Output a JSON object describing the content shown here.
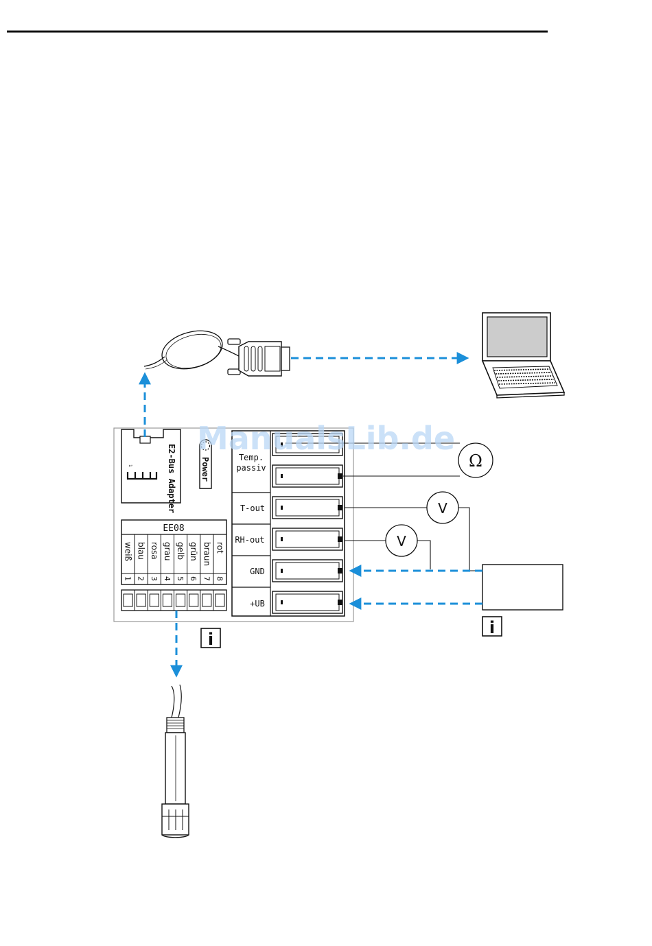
{
  "watermark": "ManualsLib.de",
  "adapter": {
    "label": "E2-Bus Adapter",
    "pin_mark": "1"
  },
  "power": {
    "label": "Power"
  },
  "ee08": {
    "header": "EE08",
    "wires": [
      "weiß",
      "blau",
      "rosa",
      "grau",
      "gelb",
      "grün",
      "braun",
      "rot"
    ],
    "pins": [
      "1",
      "2",
      "3",
      "4",
      "5",
      "6",
      "7",
      "8"
    ]
  },
  "terminals": {
    "temp_line1": "Temp.",
    "temp_line2": "passiv",
    "t_out": "T-out",
    "rh_out": "RH-out",
    "gnd": "GND",
    "ub": "+UB"
  },
  "meters": {
    "ohm": "Ω",
    "volt_t": "V",
    "volt_rh": "V"
  },
  "info_icon": "i",
  "colors": {
    "arrow": "#1b8fd9",
    "line": "#111111",
    "watermark": "#b9d7f6",
    "screen": "#cccccc"
  }
}
